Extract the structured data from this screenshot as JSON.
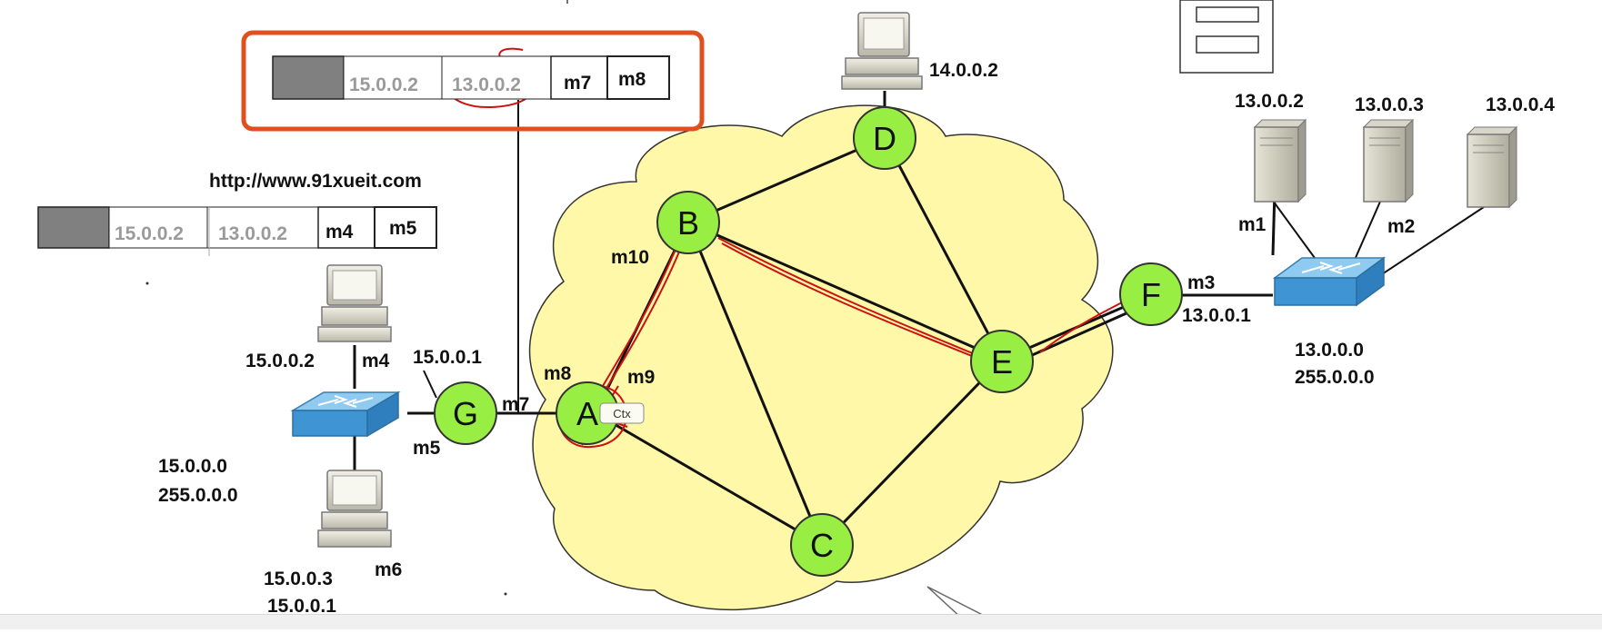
{
  "watermark_url": "http://www.91xueit.com",
  "highlighted_frame": {
    "src_ip": "15.0.0.2",
    "dst_ip": "13.0.0.2",
    "src_mac": "m7",
    "dst_mac": "m8"
  },
  "frame": {
    "src_ip": "15.0.0.2",
    "dst_ip": "13.0.0.2",
    "src_mac": "m4",
    "dst_mac": "m5"
  },
  "routers": {
    "A": "A",
    "B": "B",
    "C": "C",
    "D": "D",
    "E": "E",
    "F": "F",
    "G": "G"
  },
  "left_network": {
    "pc_top_ip": "15.0.0.2",
    "pc_top_mac": "m4",
    "gateway_ip": "15.0.0.1",
    "switch_mac": "m5",
    "net": "15.0.0.0",
    "mask": "255.0.0.0",
    "pc_bottom_ip": "15.0.0.3",
    "pc_bottom_gw": "15.0.0.1",
    "pc_bottom_mac": "m6"
  },
  "router_ports": {
    "g_to_a": "m7",
    "a_upper": "m8",
    "a_right": "m9",
    "b_left": "m10",
    "f_port": "m3",
    "f_ip": "13.0.0.1"
  },
  "top_host": {
    "ip": "14.0.0.2"
  },
  "right_network": {
    "server1_ip": "13.0.0.2",
    "server2_ip": "13.0.0.3",
    "server3_ip": "13.0.0.4",
    "server1_mac": "m1",
    "server2_mac": "m2",
    "net": "13.0.0.0",
    "mask": "255.0.0.0"
  },
  "annotation": {
    "tooltip": "Ctx"
  },
  "colors": {
    "cloud": "#fff8a8",
    "router": "#99ee44",
    "switch": "#5aaee0",
    "highlight_box": "#e0501e",
    "pen_mark": "#cc1111"
  }
}
